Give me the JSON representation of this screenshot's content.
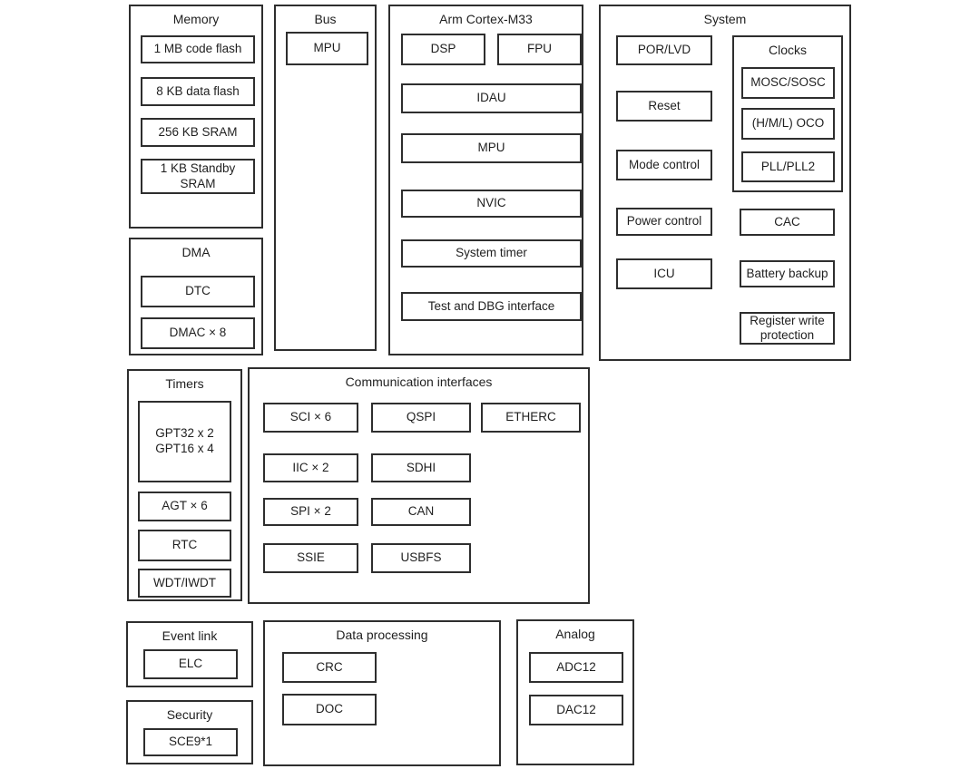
{
  "diagram": {
    "memory": {
      "title": "Memory",
      "items": [
        "1 MB code flash",
        "8 KB data flash",
        "256 KB SRAM",
        "1 KB Standby SRAM"
      ]
    },
    "dma": {
      "title": "DMA",
      "items": [
        "DTC",
        "DMAC × 8"
      ]
    },
    "bus": {
      "title": "Bus",
      "items": [
        "MPU"
      ]
    },
    "cortex": {
      "title": "Arm Cortex-M33",
      "dsp": "DSP",
      "fpu": "FPU",
      "rows": [
        "IDAU",
        "MPU",
        "NVIC",
        "System timer",
        "Test and DBG interface"
      ]
    },
    "system": {
      "title": "System",
      "left": [
        "POR/LVD",
        "Reset",
        "Mode control",
        "Power control",
        "ICU"
      ],
      "clocks": {
        "title": "Clocks",
        "items": [
          "MOSC/SOSC",
          "(H/M/L) OCO",
          "PLL/PLL2"
        ]
      },
      "right": [
        "CAC",
        "Battery backup",
        "Register write protection"
      ]
    },
    "timers": {
      "title": "Timers",
      "gpt": [
        "GPT32 x 2",
        "GPT16 x 4"
      ],
      "items": [
        "AGT × 6",
        "RTC",
        "WDT/IWDT"
      ]
    },
    "comm": {
      "title": "Communication interfaces",
      "row1": [
        "SCI × 6",
        "QSPI",
        "ETHERC"
      ],
      "row2": [
        "IIC × 2",
        "SDHI"
      ],
      "row3": [
        "SPI × 2",
        "CAN"
      ],
      "row4": [
        "SSIE",
        "USBFS"
      ]
    },
    "event_link": {
      "title": "Event link",
      "items": [
        "ELC"
      ]
    },
    "security": {
      "title": "Security",
      "items": [
        "SCE9*1"
      ]
    },
    "data_processing": {
      "title": "Data processing",
      "items": [
        "CRC",
        "DOC"
      ]
    },
    "analog": {
      "title": "Analog",
      "items": [
        "ADC12",
        "DAC12"
      ]
    }
  },
  "colors": {
    "border": "#2e2e2e",
    "text": "#1f1f1f",
    "background": "#ffffff"
  }
}
